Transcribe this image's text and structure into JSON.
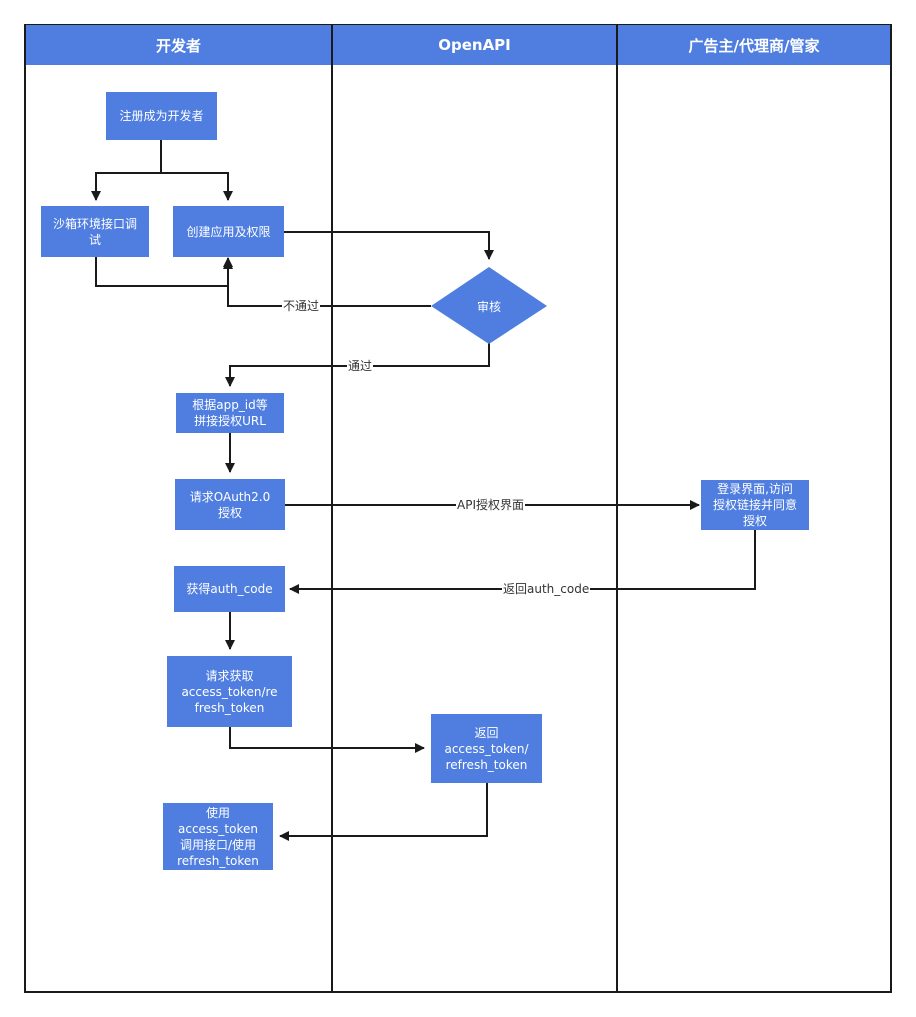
{
  "lanes": [
    {
      "title": "开发者"
    },
    {
      "title": "OpenAPI"
    },
    {
      "title": "广告主/代理商/管家"
    }
  ],
  "nodes": {
    "register": "注册成为开发者",
    "sandbox": "沙箱环境接口调\n试",
    "create_app": "创建应用及权限",
    "review": "审核",
    "build_url": "根据app_id等\n拼接授权URL",
    "oauth": "请求OAuth2.0\n授权",
    "login_page": "登录界面,访问\n授权链接并同意\n授权",
    "get_code": "获得auth_code",
    "request_token": "请求获取\naccess_token/re\nfresh_token",
    "return_token": "返回\naccess_token/\nrefresh_token",
    "use_token": "使用\naccess_token\n调用接口/使用\nrefresh_token"
  },
  "edge_labels": {
    "not_pass": "不通过",
    "pass": "通过",
    "api_auth_page": "API授权界面",
    "return_code": "返回auth_code"
  },
  "colors": {
    "node_fill": "#4f7ee0",
    "line": "#1a1a1a",
    "text_on_node": "#ffffff"
  }
}
